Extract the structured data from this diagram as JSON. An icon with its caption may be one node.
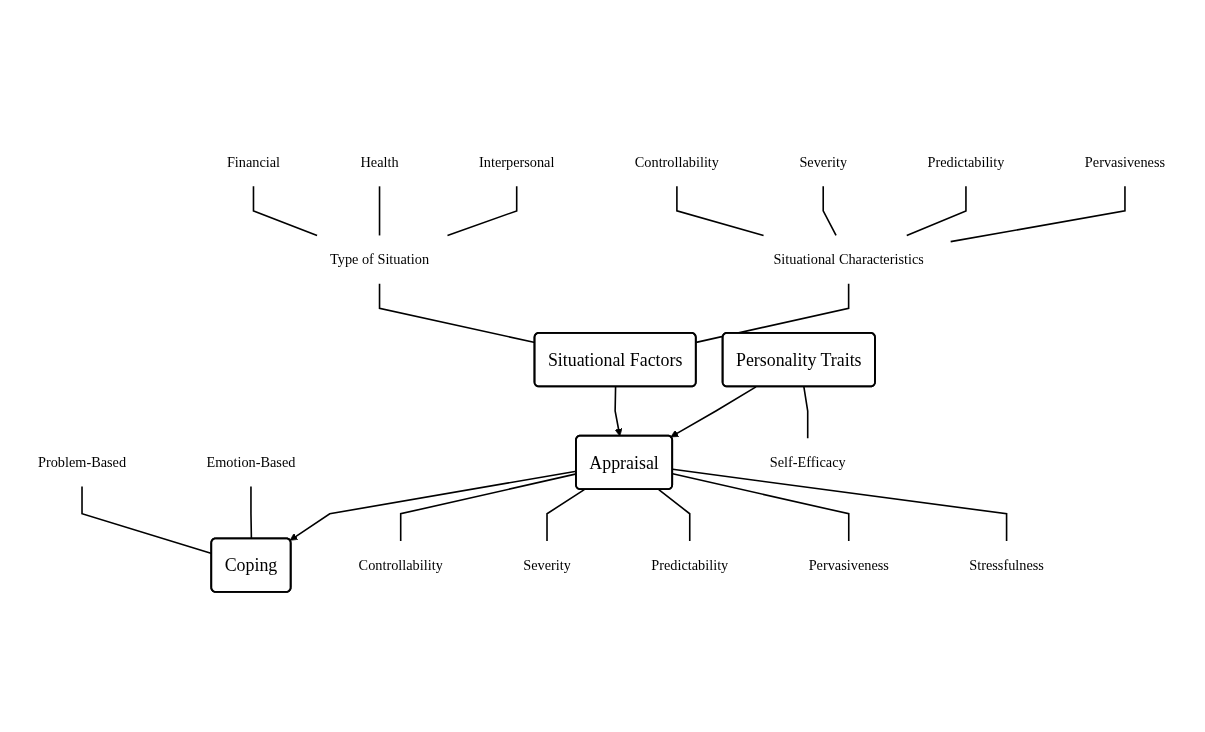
{
  "diagram": {
    "nodes": [
      {
        "text": [
          "Financial"
        ]
      },
      {
        "text": [
          "Interpersonal"
        ]
      },
      {
        "text": [
          "Health"
        ]
      },
      {
        "text": [
          "Type of Situation"
        ]
      },
      {
        "text": [
          "Severity"
        ]
      },
      {
        "text": [
          "Pervasiveness"
        ]
      },
      {
        "text": [
          "Controllability"
        ]
      },
      {
        "text": [
          "Predictability"
        ]
      },
      {
        "text": [
          "Situational Characteristics"
        ]
      },
      {
        "text": [
          "Problem-Based"
        ]
      },
      {
        "text": [
          "Emotion-Based"
        ]
      },
      {
        "text": [
          "Situational Factors"
        ]
      },
      {
        "text": [
          "Appraisal"
        ]
      },
      {
        "text": [
          "Coping"
        ]
      },
      {
        "text": [
          "Personality Traits"
        ]
      },
      {
        "text": [
          "Stressfulness"
        ]
      },
      {
        "text": [
          "Self-Efficacy"
        ]
      },
      {
        "text": [
          "Controllability"
        ]
      },
      {
        "text": [
          "Predictability"
        ]
      },
      {
        "text": [
          "Severity"
        ]
      },
      {
        "text": [
          "Pervasiveness"
        ]
      }
    ],
    "edges": [
      {
        "from": 0,
        "to": 3,
        "arrow": "none"
      },
      {
        "from": 2,
        "to": 3,
        "arrow": "none"
      },
      {
        "from": 1,
        "to": 3,
        "arrow": "none"
      },
      {
        "from": 6,
        "to": 8,
        "arrow": "none"
      },
      {
        "from": 4,
        "to": 8,
        "arrow": "none"
      },
      {
        "from": 7,
        "to": 8,
        "arrow": "none"
      },
      {
        "from": 5,
        "to": 8,
        "arrow": "none"
      },
      {
        "from": 3,
        "to": 11,
        "arrow": "none"
      },
      {
        "from": 8,
        "to": 11,
        "arrow": "none"
      },
      {
        "from": 11,
        "to": 12,
        "arrow": "to"
      },
      {
        "from": 14,
        "to": 12,
        "arrow": "to"
      },
      {
        "from": 12,
        "to": 13,
        "arrow": "to"
      },
      {
        "from": 10,
        "to": 13,
        "arrow": "none"
      },
      {
        "from": 9,
        "to": 13,
        "arrow": "none"
      },
      {
        "from": 14,
        "to": 16,
        "arrow": "none"
      },
      {
        "from": 12,
        "to": 17,
        "arrow": "none"
      },
      {
        "from": 12,
        "to": 19,
        "arrow": "none"
      },
      {
        "from": 12,
        "to": 18,
        "arrow": "none"
      },
      {
        "from": 12,
        "to": 20,
        "arrow": "none"
      },
      {
        "from": 12,
        "to": 15,
        "arrow": "none"
      }
    ]
  }
}
